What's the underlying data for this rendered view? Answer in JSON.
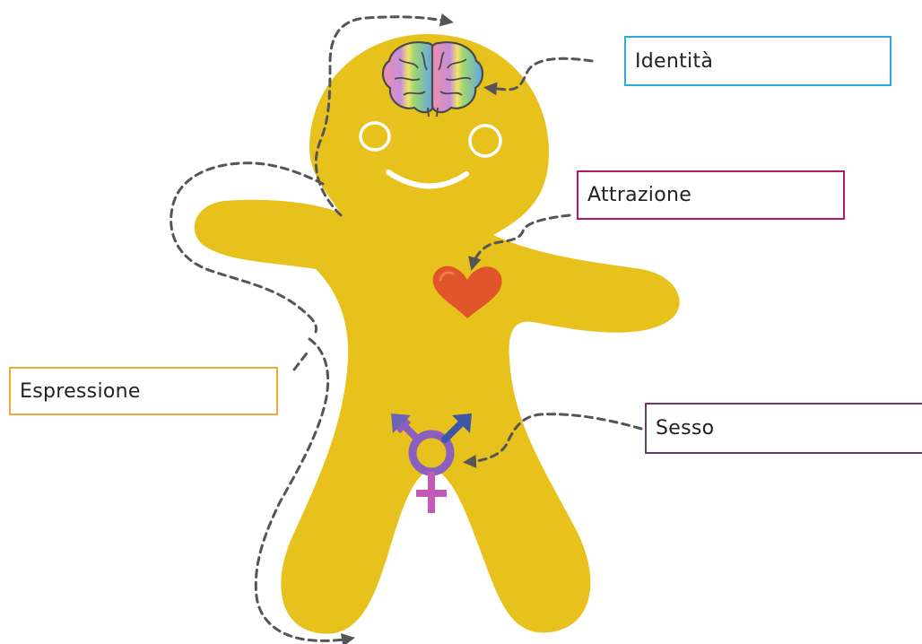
{
  "labels": {
    "identita": "Identità",
    "attrazione": "Attrazione",
    "espressione": "Espressione",
    "sesso": "Sesso"
  },
  "colors": {
    "body": "#e8c21c",
    "eye": "#ffffff",
    "smile": "#ffffff",
    "heart": "#e0552a",
    "heart_highlight": "#f07a4c",
    "symbol_male": "#3d56a8",
    "symbol_female": "#c25bb8",
    "symbol_ring": "#8a5fc0",
    "dashes": "#555555",
    "identita_border": "#29abe2",
    "attrazione_border": "#b5195f",
    "espressione_border": "#f0a93a",
    "sesso_border": "#6b3a63"
  },
  "icons": [
    "brain-icon",
    "heart-icon",
    "transgender-symbol-icon"
  ]
}
